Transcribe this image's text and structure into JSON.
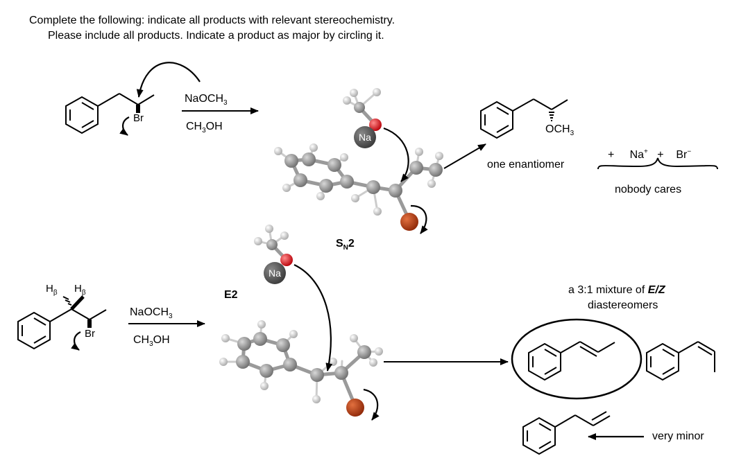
{
  "header": {
    "line1": "Complete the following: indicate all products with relevant stereochemistry.",
    "line2": "Please include all products. Indicate a product as major by circling it."
  },
  "atoms": {
    "br": "Br",
    "na": "Na",
    "h": "H",
    "beta": "β"
  },
  "top_reaction": {
    "reagent": {
      "base": "NaOCH",
      "base_sub": "3"
    },
    "solvent": {
      "pre": "CH",
      "sub": "3",
      "post": "OH"
    },
    "product_label": {
      "base": "OCH",
      "sub": "3"
    },
    "product_note": "one enantiomer",
    "byproducts": {
      "plus1": "+",
      "na": "Na",
      "na_charge": "+",
      "plus2": "+",
      "br": "Br",
      "br_charge": "−"
    },
    "byproducts_note": "nobody cares",
    "mechanism": {
      "s": "S",
      "sub": "N",
      "num": "2"
    }
  },
  "bottom_reaction": {
    "reagent": {
      "base": "NaOCH",
      "base_sub": "3"
    },
    "solvent": {
      "pre": "CH",
      "sub": "3",
      "post": "OH"
    },
    "mechanism": "E2",
    "mixture": {
      "pre": "a 3:1 mixture of ",
      "ratio": "E/Z",
      "line2": "diastereomers"
    },
    "minor_note": "very minor"
  },
  "colors": {
    "carbon": "#8a8a8a",
    "hydrogen": "#e8e8e8",
    "oxygen": "#d8141c",
    "bromine": "#b53318",
    "sodium": "#555555"
  }
}
